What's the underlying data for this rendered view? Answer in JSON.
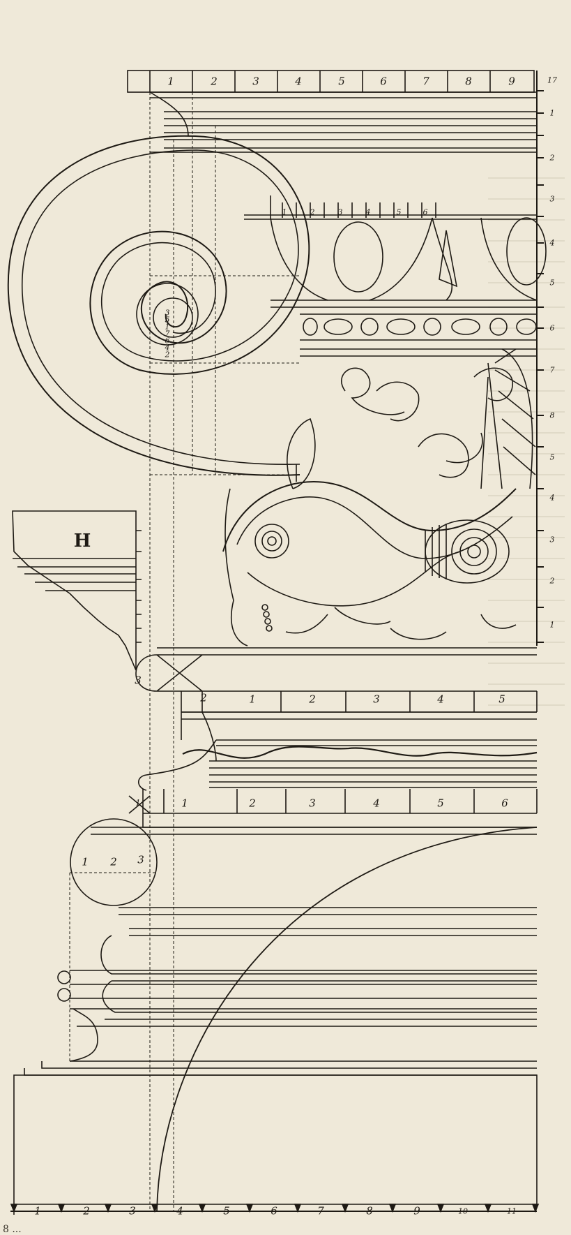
{
  "top_scale": [
    "1",
    "2",
    "3",
    "4",
    "5",
    "6",
    "7",
    "8",
    "9"
  ],
  "right_scale_upper": [
    "17",
    "1",
    "2",
    "3",
    "4",
    "5",
    "6",
    "7",
    "8"
  ],
  "right_scale_lower": [
    "5",
    "4",
    "3",
    "2",
    "1"
  ],
  "egg_dart_marks": [
    "1",
    "2",
    "3",
    "4",
    "5",
    "6"
  ],
  "volute_eye_marks": [
    "3",
    "5",
    "1",
    "7",
    "6",
    "4",
    "2"
  ],
  "abacus_letter": "H",
  "abacus_step_label": "3",
  "torus_labels": [
    "1",
    "2",
    "3"
  ],
  "band_upper": [
    "2",
    "1",
    "2",
    "3",
    "4",
    "5"
  ],
  "band_lower": [
    "1",
    "1",
    "2",
    "3",
    "4",
    "5",
    "6"
  ],
  "bottom_scale": [
    "1",
    "2",
    "3",
    "4",
    "5",
    "6",
    "7",
    "8",
    "9",
    "10",
    "11"
  ],
  "bottom_caption": "8 ...",
  "colors": {
    "paper": "#efe9d9",
    "ink": "#1e1a14"
  }
}
